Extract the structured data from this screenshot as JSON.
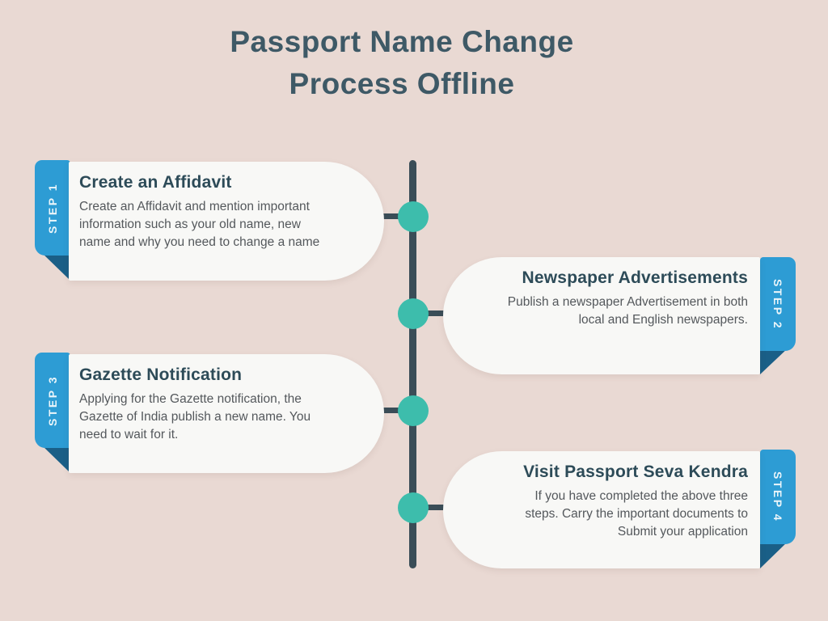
{
  "title": {
    "lines": [
      "Passport Name Change",
      "Process Offline"
    ]
  },
  "colors": {
    "background": "#e9d9d3",
    "card": "#f8f8f6",
    "ribbon_blue": "#2d9cd4",
    "ribbon_fold": "#1a5f87",
    "node_teal": "#3dbdac",
    "timeline": "#3a4d57",
    "title_text": "#3e5966",
    "heading_text": "#2d4b58",
    "body_text": "#54585c"
  },
  "timeline": {
    "node_count": 4
  },
  "steps": [
    {
      "badge": "STEP 1",
      "title": "Create an Affidavit",
      "description_lines": [
        "Create an Affidavit and mention important",
        "information such as your old name, new",
        "name and why you need to change a name"
      ]
    },
    {
      "badge": "STEP 2",
      "title": "Newspaper Advertisements",
      "description_lines": [
        "Publish a newspaper Advertisement in both",
        "local and English newspapers."
      ]
    },
    {
      "badge": "STEP 3",
      "title": "Gazette Notification",
      "description_lines": [
        "Applying for the Gazette notification, the",
        "Gazette of India publish a new name. You",
        "need to wait for it."
      ]
    },
    {
      "badge": "STEP 4",
      "title": "Visit Passport Seva Kendra",
      "description_lines": [
        "If you have completed the above three",
        "steps. Carry the important documents to",
        "Submit your application"
      ]
    }
  ]
}
